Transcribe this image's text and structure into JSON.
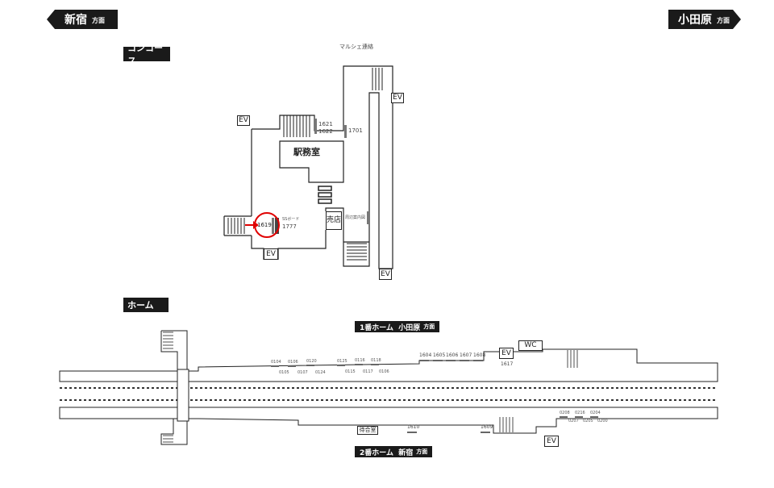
{
  "directions": {
    "left": {
      "name": "新宿",
      "suffix": "方面"
    },
    "right": {
      "name": "小田原",
      "suffix": "方面"
    }
  },
  "sections": {
    "concourse": "コンコース",
    "platform": "ホーム"
  },
  "concourse": {
    "marche_link": "マルシェ連絡",
    "station_office": "駅務室",
    "shop": "売店",
    "area_guide": "周辺案内図",
    "ad_board": "SSボード",
    "ev_label": "EV",
    "locations": [
      "1621",
      "1622",
      "1701",
      "1619",
      "1777"
    ],
    "current_location": "1619",
    "highlight_color": "#e00000"
  },
  "platforms": {
    "p1": {
      "label": "1番ホーム",
      "dir": "小田原",
      "suffix": "方面"
    },
    "p2": {
      "label": "2番ホーム",
      "dir": "新宿",
      "suffix": "方面"
    },
    "wc": "WC",
    "waiting_room": "待合室",
    "ev_label": "EV",
    "upper_numbers": [
      "1604",
      "1605",
      "1606",
      "1607",
      "1608",
      "1617"
    ],
    "upper_small_top": [
      "0104",
      "0106",
      "0120",
      "0125",
      "0116",
      "0118"
    ],
    "upper_small_bottom": [
      "0105",
      "0107",
      "0124",
      "0115",
      "0117",
      "0106"
    ],
    "lower_numbers": [
      "1610",
      "1609"
    ],
    "lower_small_top": [
      "0208",
      "0216",
      "0204"
    ],
    "lower_small_bottom": [
      "0207",
      "0205",
      "0200"
    ]
  }
}
